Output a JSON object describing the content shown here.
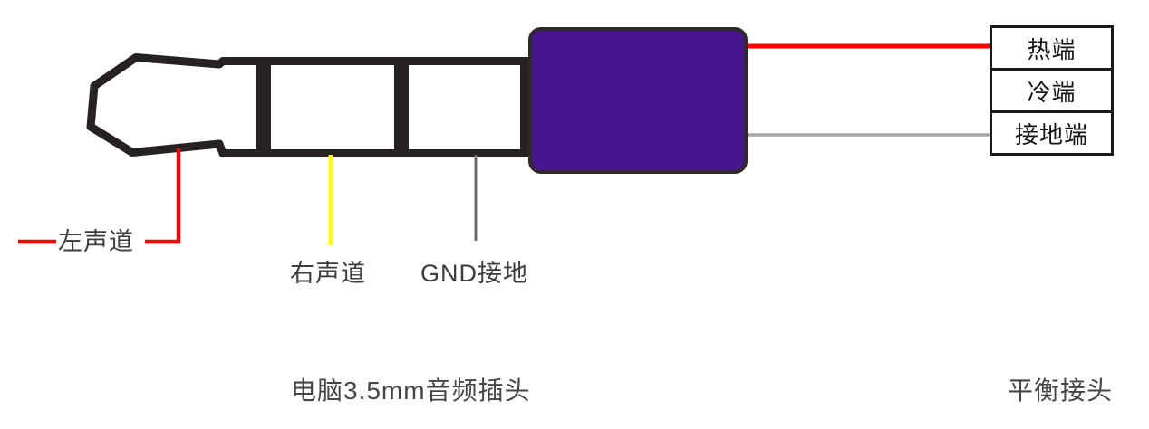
{
  "diagram": {
    "title_implicit": "3.5mm audio plug to balanced connector wiring",
    "plug_labels": {
      "left_channel": "左声道",
      "right_channel": "右声道",
      "gnd": "GND接地"
    },
    "terminals": {
      "rows": [
        {
          "label": "热端"
        },
        {
          "label": "冷端"
        },
        {
          "label": "接地端"
        }
      ]
    },
    "captions": {
      "plug": "电脑3.5mm音频插头",
      "connector": "平衡接头"
    },
    "colors": {
      "body_purple": "#47158f",
      "body_outline": "#2e292b",
      "outline_black": "#262223",
      "wire_red": "#fe0000",
      "wire_yellow": "#ffff00",
      "wire_gray_left": "#6e6e6e",
      "wire_gray_right": "#a6a6a6",
      "table_border": "#1a1a1a"
    }
  }
}
